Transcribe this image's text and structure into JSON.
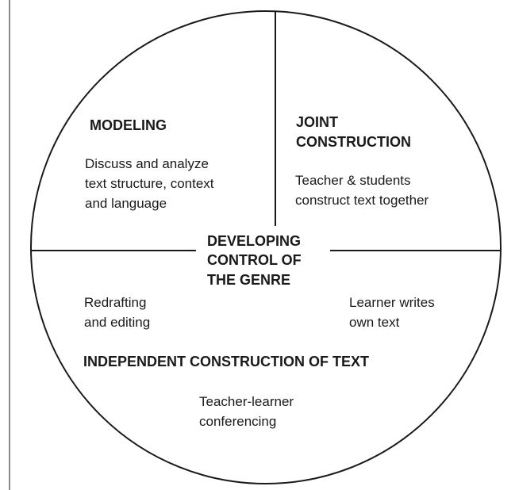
{
  "diagram": {
    "center": {
      "lines": [
        "DEVELOPING",
        "CONTROL OF",
        "THE GENRE"
      ]
    },
    "modeling": {
      "heading": [
        "MODELING"
      ],
      "body": [
        "Discuss and analyze",
        "text structure, context",
        "and language"
      ]
    },
    "joint_construction": {
      "heading": [
        "JOINT",
        "CONSTRUCTION"
      ],
      "body": [
        "Teacher & students",
        "construct text together"
      ]
    },
    "redrafting": {
      "body": [
        "Redrafting",
        "and editing"
      ]
    },
    "learner_writes": {
      "body": [
        "Learner writes",
        "own text"
      ]
    },
    "independent_construction": {
      "heading": [
        "INDEPENDENT CONSTRUCTION OF TEXT"
      ]
    },
    "conferencing": {
      "body": [
        "Teacher-learner",
        "conferencing"
      ]
    },
    "colors": {
      "stroke": "#1a1a1a",
      "text": "#1a1a1a",
      "background": "#ffffff"
    }
  }
}
